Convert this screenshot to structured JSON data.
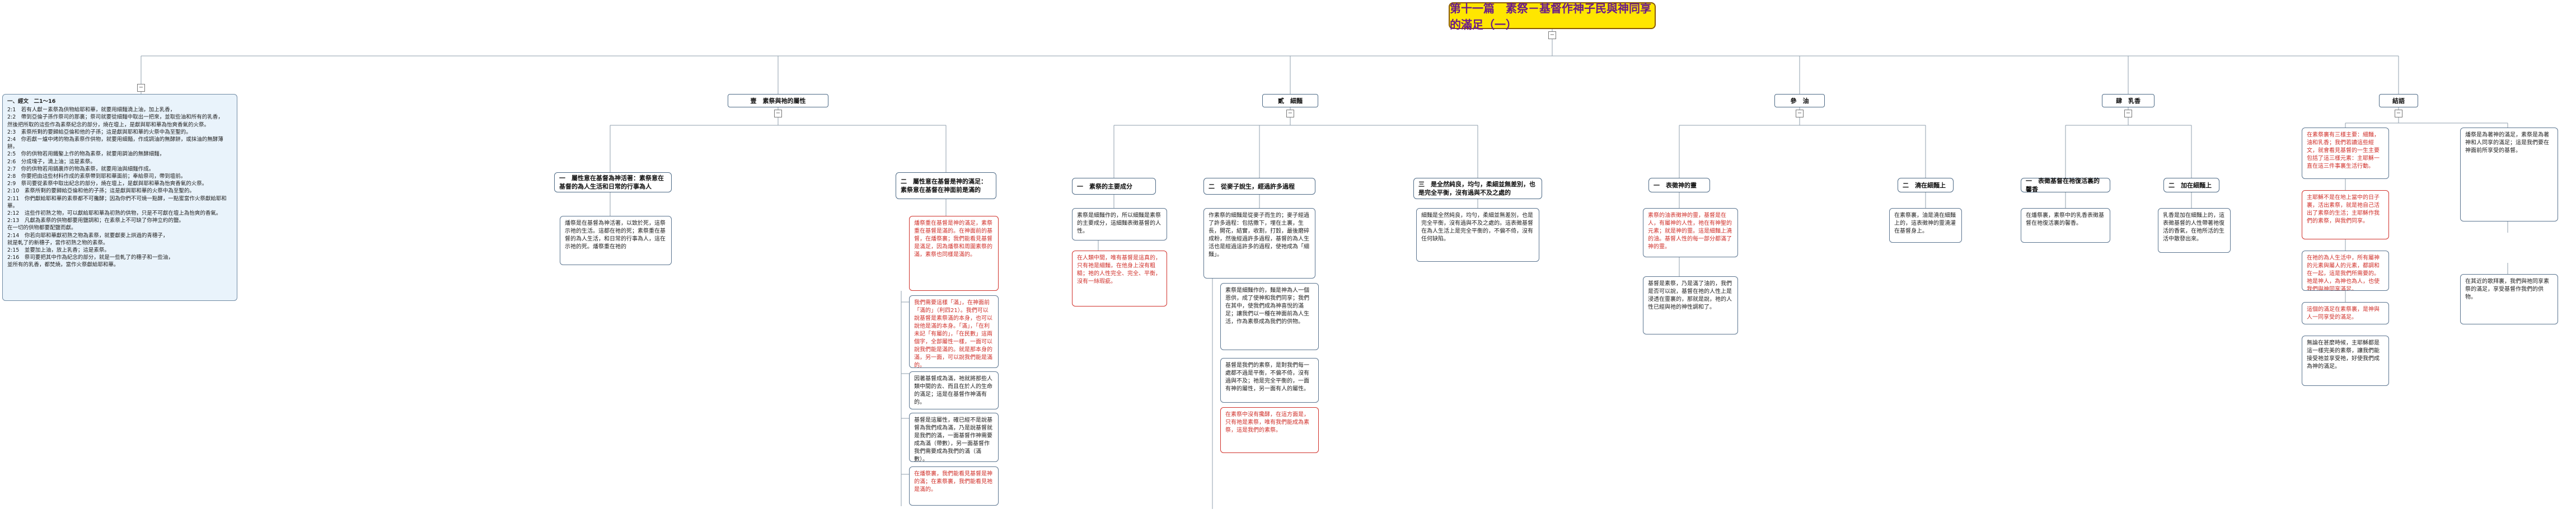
{
  "title": "第十一篇　素祭－基督作神子民與神同享的滿足（一）",
  "scripture": {
    "heading": "一、經文　二1～16",
    "verses": [
      "2:1　若有人獻ㄧ素祭為供物給耶和華，就要用細麵澆上油，加上乳香，",
      "2:2　帶到亞倫子孫作祭司的那裏；祭司就要從細麵中取出一把來，並取些油和所有的乳香，",
      "然後把所取的這些作為素祭紀念的部分，燒在壇上，是獻與耶和華為怡爽香氣的火祭。",
      "2:3　素祭所剩的要歸給亞倫和他的子孫；這是獻與耶和華的火祭中為至聖的。",
      "2:4　你若獻ㄧ爐中烤的物為素祭作供物，就要用細麵，作成調油的無酵餅，或抹油的無酵薄餅。",
      "2:5　你的供物若用鐵鏊上作的物為素祭，就要用調油的無酵細麵，",
      "2:6　分成塊子，澆上油；這是素祭。",
      "2:7　你的供物若用鍋裏炸的物為素祭，就要用油與細麵作成。",
      "2:8　你要把由這些材料作成的素祭帶到耶和華面前；奉給祭司，帶到壇前。",
      "2:9　祭司要從素祭中取出紀念的部分，燒在壇上，是獻與耶和華為怡爽香氣的火祭。",
      "2:10　素祭所剩的要歸給亞倫和他的子孫；這是獻與耶和華的火祭中為至聖的。",
      "2:11　你們獻給耶和華的素祭都不可攙酵；因為你們不可燒一點酵，一點蜜當作火祭獻給耶和華。",
      "2:12　這些作初熟之物，可以獻給耶和華為初熟的供物，只是不可獻在壇上為怡爽的香氣。",
      "2:13　凡獻為素祭的供物都要用鹽調和；在素祭上不可缺了你神立約的鹽。",
      "在一切的供物都要配鹽而獻。",
      "2:14　你若向耶和華獻初熟之物為素祭，就要獻麥上烘過的青穗子，",
      "就是軋了的新穗子，當作初熟之物的素祭。",
      "2:15　並要加上油，放上乳香；這是素祭。",
      "2:16　祭司要把其中作為紀念的部分，就是一些軋了的穗子和一些油，",
      "並所有的乳香，都焚燒，當作火祭獻給耶和華。"
    ]
  },
  "sections": [
    {
      "label": "壹　素祭與祂的屬性"
    },
    {
      "label": "貳　細麵"
    },
    {
      "label": "參　油"
    },
    {
      "label": "肆　乳香"
    },
    {
      "label": "結語"
    }
  ],
  "subs": {
    "s1a": "一　屬性意在基督為神活著：素祭意在基督的為人生活和日常的行事為人",
    "s1b": "二　屬性意在基督是神的滿足：素祭意在基督在神面前是滿的",
    "s2a": "一　素祭的主要成分",
    "s2b": "二　從麥子說生，經過許多過程",
    "s2c": "三　是全然純良，均勻，柔細並無差別，也是完全平衡，沒有過與不及之處的",
    "s3a": "一　表徵神的靈",
    "s3b": "二　澆在細麵上",
    "s4a": "一　表徵基督在祂復活裏的馨香",
    "s4b": "二　加在細麵上"
  },
  "notes": {
    "n1a": "燔祭是在基督為神活著，以致於死，這祭示祂的生活。這都在祂的死；素祭重在基督的為人生活，和日常的行事為人，這在示祂的死。燔祭重在祂的",
    "n1b1": "燔祭重在基督是神的滿足，素祭重在基督是滿的。在神面前的基督，在燔祭裏；我們能看見基督是滿足，因為燔祭和周圍素祭的滿，素祭也同樣是滿的。",
    "n1b2": "我們需要這樣「滿」，在神面前「滿的」（利四21）。我們可以說基督是素祭滿的本身，也可以說他是滿的本身。「滿」，「在利未記「有屬的」，「在民數」這兩個字，全部屬性一樣，一面可以說我們能是滿的。就是那本身的滿，另一面，可以說我們能是滿的。",
    "n1b3": "因著基督成為滿，祂就將那些人類中間的去、而且在於人的生命的滿足；這是在基督作神滿有的。",
    "n1b4": "基督是這屬性，確已經不是說基督為我們成為滿，乃是說基督就是我們的滿，一面基督作神需要成為滿（帶數），另一面基督作我們需要成為我們的滿（滿數）。",
    "n1b5": "在燔祭裏，我們能看見基督是神的滿；在素祭裏，我們能看見祂是滿的。",
    "n2a1": "素祭是細麵作的，所以細麵是素祭的主要成分，這細麵表徵基督的人性。",
    "n2a2": "在人類中間，唯有基督是這真的，只有祂是細麵，在他身上沒有粗糙；祂的人性完全、完全、平衡，沒有一絲瑕疵。",
    "n2b1": "作素祭的細麵是從麥子而生的；麥子經過了許多過程：包括撒下，埋在土裏，生長，開花，結實，收割，打穀，最後磨碎成粉，然後經過許多過程，基督的為人生活也是經過這許多的過程，使祂成為「細麵」。",
    "n2c1": "細麵是全然純良，均勻，柔細並無差別，也是完全平衡，沒有過與不及之處的。這表徵基督在為人生活上是完全平衡的，不偏不倚，沒有任何缺陷。",
    "n2c2": "素祭是細麵作的，麵是神為人一個恩供，成了使神和我們同享；我們在其中，使我們成為神喜悅的滿足；讓我們以一種在神面前為人生活，作為素祭成為我們的供物。",
    "n2c3": "基督是我們的素祭，是對我們每一處都不過是平衡，不偏不倚，沒有過與不及；祂是完全平衡的，一面有神的屬性，另一面有人的屬性。",
    "n2c4": "在素祭中沒有攙酵，在這方面是，只有祂是素祭，唯有我們能成為素祭，這是我們的素祭。",
    "n3a1": "素祭的油表徵神的靈，基督是在人，有屬神的人性，祂在有神聖的元素；就是神的靈。這是細麵上澆的油。基督人性的每一部分都滿了神的靈。",
    "n3a2": "基督是素祭，乃是滿了油的，我們是否可以說，基督在祂的人性上是浸透在靈裏的，那就是說，祂的人性已經與祂的神性調和了。",
    "n3b1": "在素祭裏，油是澆在細麵上的，這表徵神的靈澆灌在基督身上。",
    "n4a1": "在燔祭裏，素祭中的乳香表徵基督在祂復活裏的馨香。",
    "n4b1": "乳香是加在細麵上的，這表徵基督的人性帶著祂復活的香氣，在祂所活的生活中散發出來。",
    "n5a": "在素祭裏有三樣主要：細麵，油和乳香；我們若讀這些經文，就會看見基督的一生主要包括了這三樣元素：主耶穌一直在這三件事裏生活行動。",
    "n5b": "主耶穌不是在地上當中的日子裏，活出素祭，就是祂自己活出了素祭的生活；主耶穌作我們的素祭，與我們同享。",
    "n5c": "在祂的為人生活中，所有屬神的元素與屬人的元素，都調和在一起，這是我們所需要的。祂是神人，為神也為人，也使我們與神同享滿足。",
    "n5d": "這個的滿足在素祭裏，是神與人一同享受的滿足。",
    "n5e": "無論在甚麼時候，主耶穌都是這一樣完美的素祭，讓我們能接受祂並享受祂，好使我們成為神的滿足。",
    "n5f": "燔祭是為著神的滿足，素祭是為著神和人同享的滿足；這是我們要在神面前所享受的基督。",
    "n5g": "在其近的歌拜裏，我們與祂同享素祭的滿足，享受基督作我們的供物。"
  }
}
